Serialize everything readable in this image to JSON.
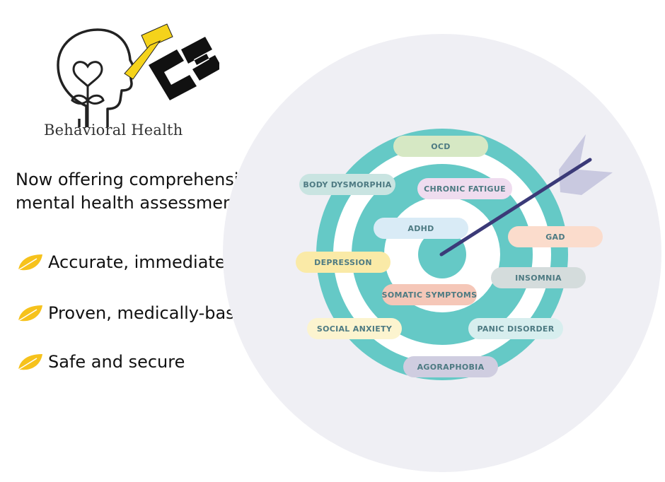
{
  "logo": {
    "name": "Behavioral Health",
    "mark_text": "TCS",
    "accent": "#f5d31b"
  },
  "headline": "Now offering comprehensive mental health assessment!",
  "bullets": [
    {
      "icon": "leaf-icon",
      "text": "Accurate, immediate results"
    },
    {
      "icon": "leaf-icon",
      "text": "Proven, medically-based"
    },
    {
      "icon": "leaf-icon",
      "text": "Safe and secure"
    }
  ],
  "target": {
    "colors": {
      "ring": "#65c9c6",
      "background": "#efeff4",
      "arrow": "#3b3a78",
      "fletching": "#c9c9e0"
    },
    "conditions": [
      {
        "label": "OCD",
        "color": "#d6e8c4"
      },
      {
        "label": "BODY DYSMORPHIA",
        "color": "#c9e4e1"
      },
      {
        "label": "CHRONIC FATIGUE",
        "color": "#efdcef"
      },
      {
        "label": "ADHD",
        "color": "#d9ebf6"
      },
      {
        "label": "GAD",
        "color": "#fbdccc"
      },
      {
        "label": "DEPRESSION",
        "color": "#faeaa7"
      },
      {
        "label": "INSOMNIA",
        "color": "#d4dcdc"
      },
      {
        "label": "SOMATIC SYMPTOMS",
        "color": "#f5c7b8"
      },
      {
        "label": "SOCIAL ANXIETY",
        "color": "#fcf4cf"
      },
      {
        "label": "PANIC DISORDER",
        "color": "#d7eeee"
      },
      {
        "label": "AGORAPHOBIA",
        "color": "#cfcde0"
      }
    ]
  }
}
